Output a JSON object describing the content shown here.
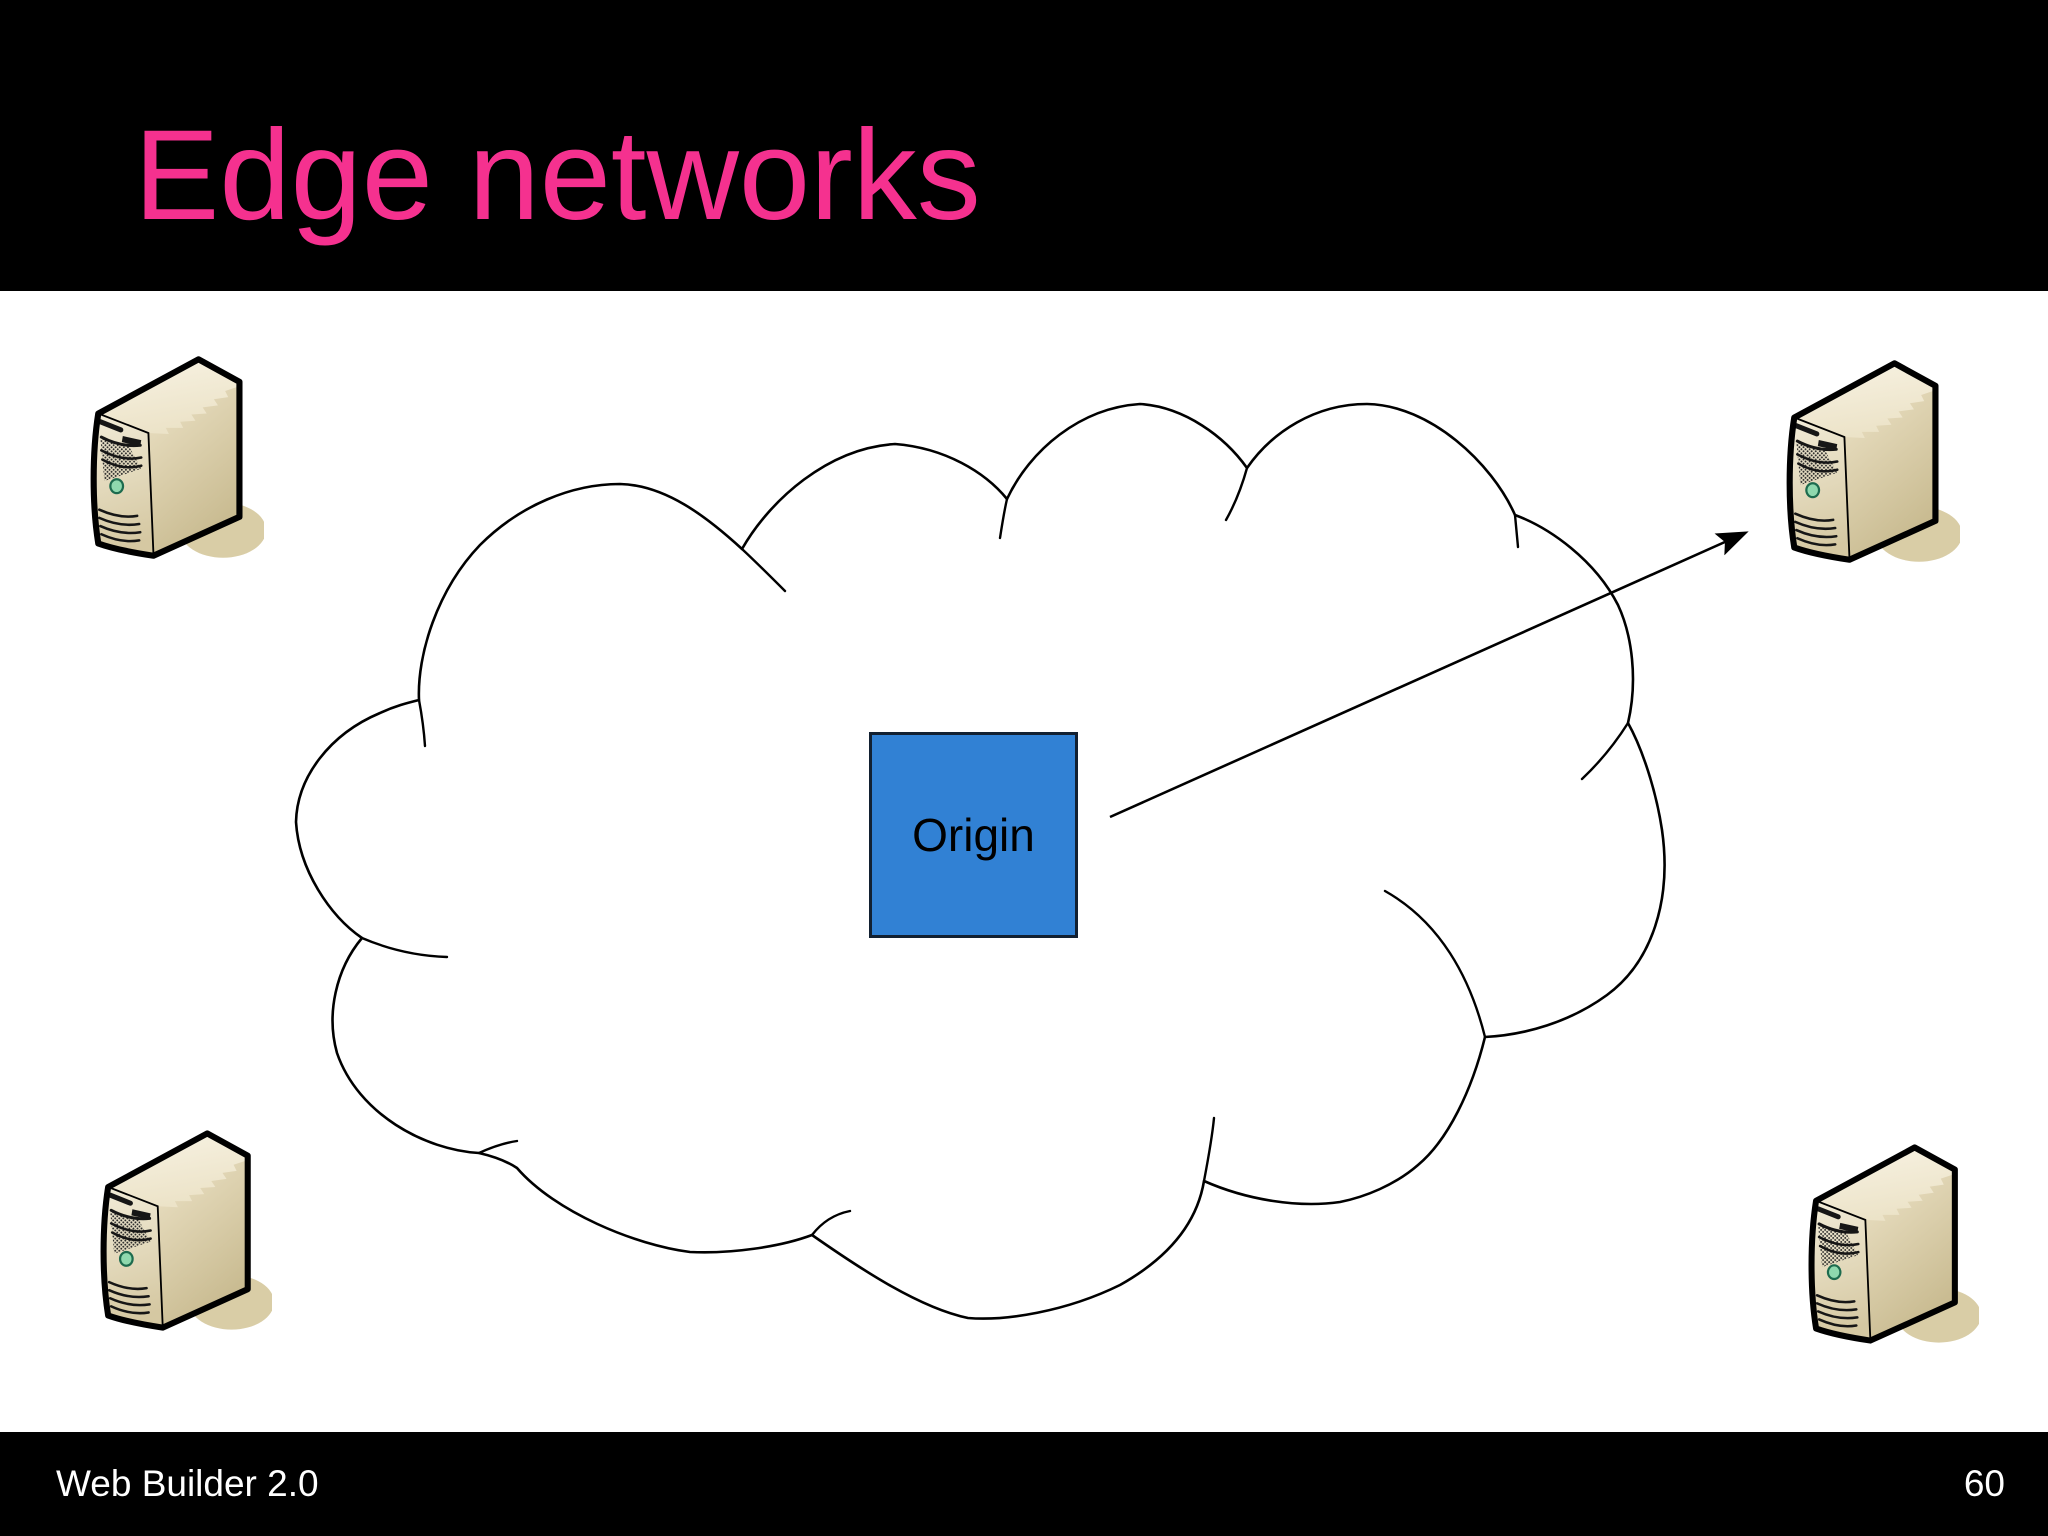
{
  "slide": {
    "title": "Edge networks",
    "footer_left": "Web Builder 2.0",
    "page_number": "60"
  },
  "diagram": {
    "origin_label": "Origin",
    "cloud_icon": "network-cloud-icon",
    "arrow": {
      "from": "Origin",
      "to": "top-right edge server"
    },
    "edge_servers": [
      {
        "position": "top-left",
        "icon": "server-tower-icon"
      },
      {
        "position": "top-right",
        "icon": "server-tower-icon"
      },
      {
        "position": "bottom-left",
        "icon": "server-tower-icon"
      },
      {
        "position": "bottom-right",
        "icon": "server-tower-icon"
      }
    ]
  },
  "colors": {
    "title_pink": "#f5318f",
    "bar_black": "#000000",
    "footer_text": "#ffffff",
    "origin_blue": "#3181d4",
    "origin_border": "#122031",
    "cloud_fill": "#ffffff",
    "ink": "#000000",
    "server_shadow": "#d9cda6",
    "power_button_green": "#8fd9ae"
  }
}
